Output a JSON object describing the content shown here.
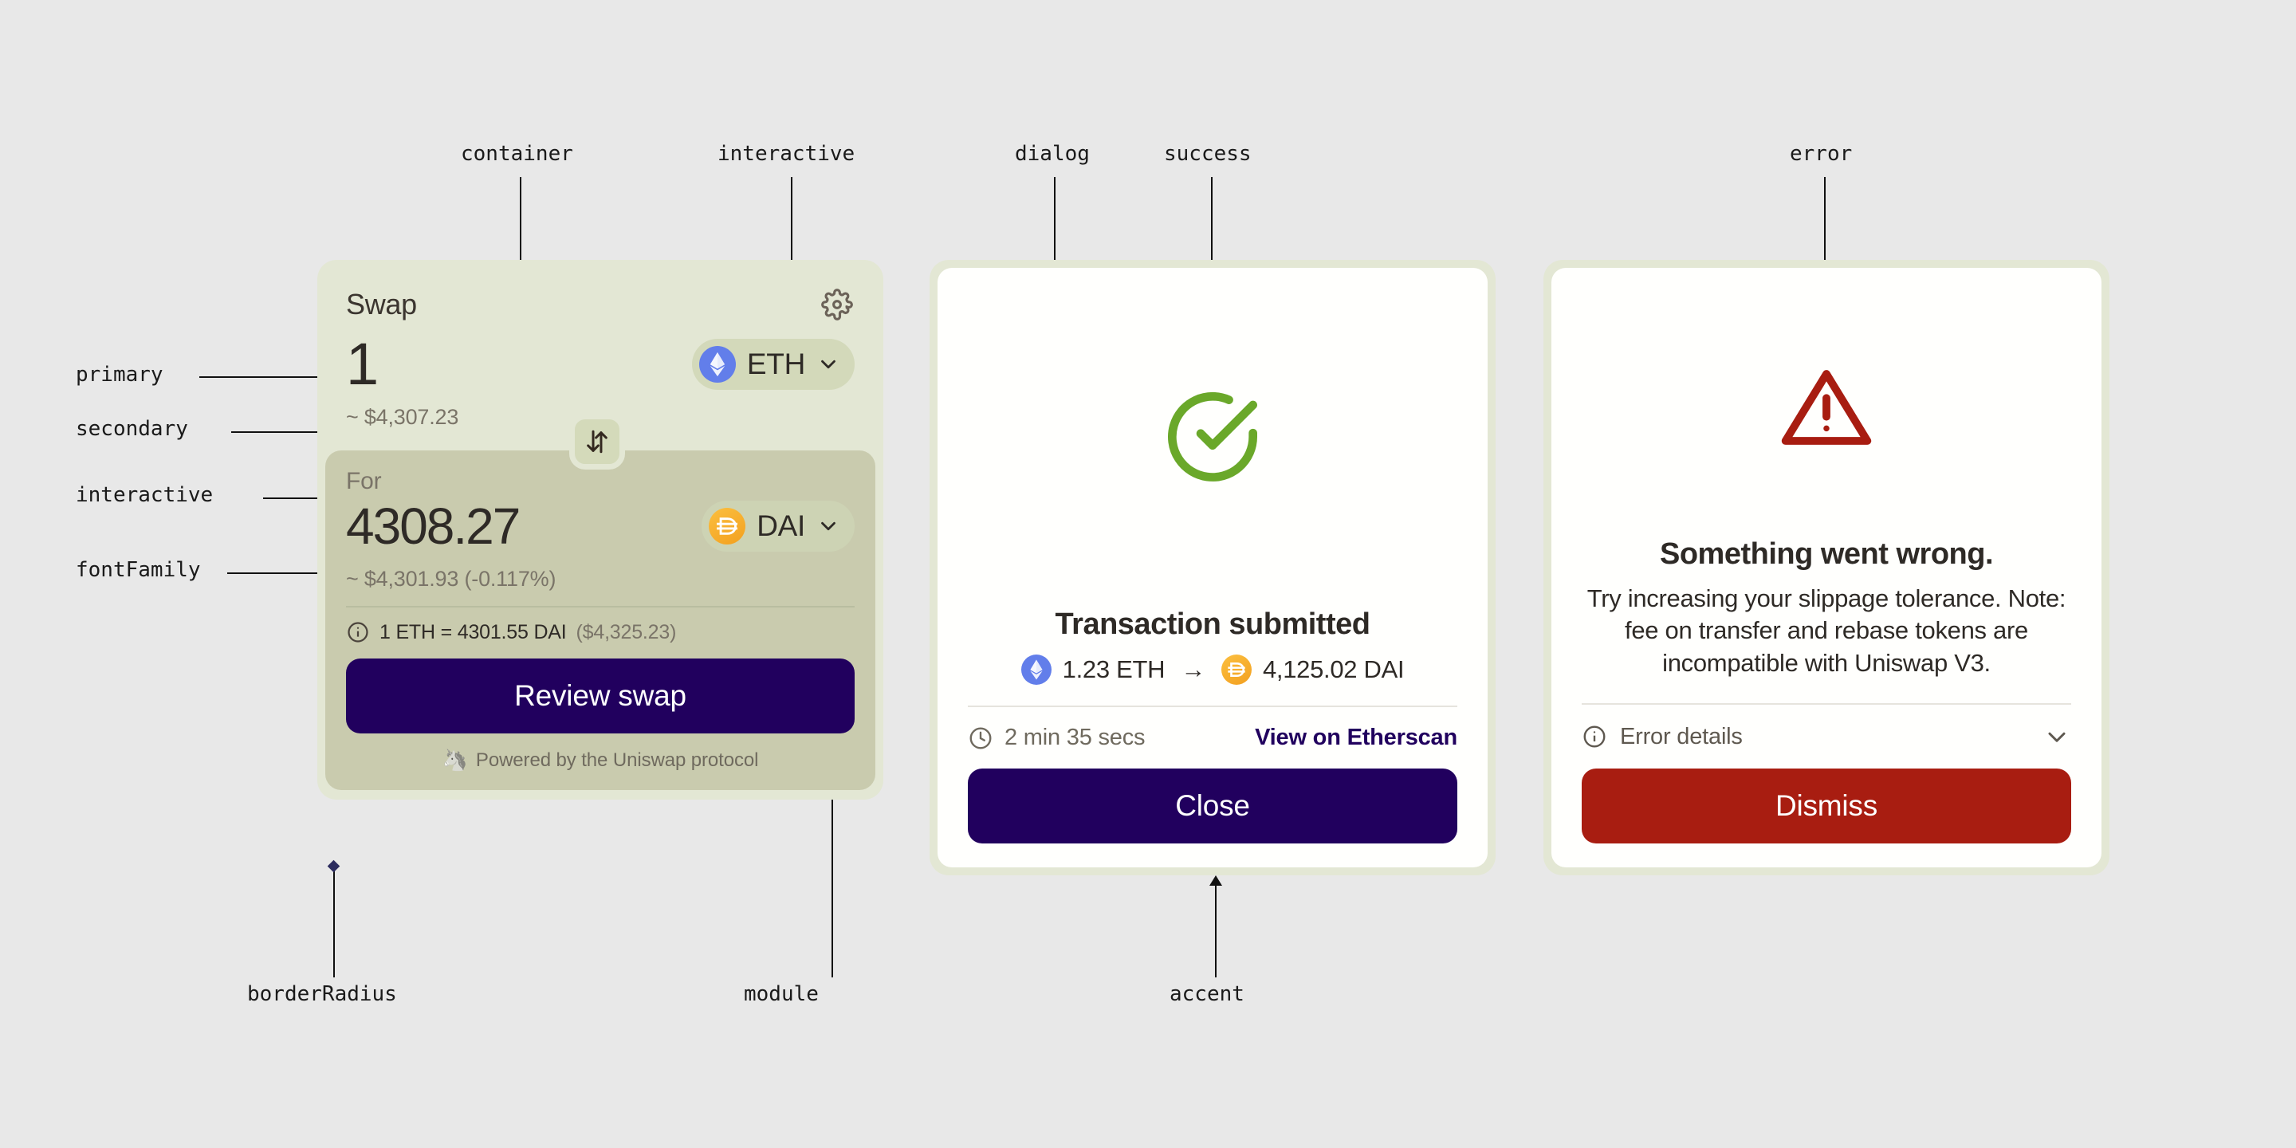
{
  "theme": {
    "background": "#e8e8e8",
    "container": "#e3e7d4",
    "module": "#c9cbae",
    "accent": "#21005e",
    "error": "#a81d11",
    "success": "#6aa82a",
    "primary_text": "#2e2a26",
    "secondary_text": "#7a7468",
    "eth_token": "#627eea",
    "dai_token": "#f5ac37",
    "borderRadius": "24px"
  },
  "annotations": [
    {
      "id": "container",
      "label": "container"
    },
    {
      "id": "interactive-top",
      "label": "interactive"
    },
    {
      "id": "dialog",
      "label": "dialog"
    },
    {
      "id": "success",
      "label": "success"
    },
    {
      "id": "error",
      "label": "error"
    },
    {
      "id": "primary",
      "label": "primary"
    },
    {
      "id": "secondary",
      "label": "secondary"
    },
    {
      "id": "interactive-left",
      "label": "interactive"
    },
    {
      "id": "fontFamily",
      "label": "fontFamily"
    },
    {
      "id": "borderRadius",
      "label": "borderRadius"
    },
    {
      "id": "module",
      "label": "module"
    },
    {
      "id": "accent",
      "label": "accent"
    }
  ],
  "swap_card": {
    "title": "Swap",
    "settings_icon": "gear-icon",
    "sell": {
      "amount": "1",
      "usd_value": "~ $4,307.23",
      "token": {
        "symbol": "ETH",
        "icon": "ethereum-icon",
        "color": "#627eea"
      }
    },
    "toggle_icon": "arrow-up-down-icon",
    "buy": {
      "label": "For",
      "amount": "4308.27",
      "usd_value": "~ $4,301.93 (-0.117%)",
      "token": {
        "symbol": "DAI",
        "icon": "dai-icon",
        "color": "#f5ac37"
      }
    },
    "rate": {
      "icon": "info-icon",
      "text": "1 ETH = 4301.55 DAI",
      "usd": "($4,325.23)"
    },
    "cta_label": "Review swap",
    "footer": {
      "icon": "unicorn-icon",
      "text": "Powered by the Uniswap protocol"
    }
  },
  "success_dialog": {
    "icon": "check-circle-icon",
    "title": "Transaction submitted",
    "summary": {
      "from_amount": "1.23 ETH",
      "from_icon": "ethereum-icon",
      "arrow": "→",
      "to_amount": "4,125.02 DAI",
      "to_icon": "dai-icon"
    },
    "elapsed_icon": "clock-icon",
    "elapsed": "2 min 35 secs",
    "link_label": "View on Etherscan",
    "cta_label": "Close"
  },
  "error_dialog": {
    "icon": "warning-triangle-icon",
    "title": "Something went wrong.",
    "message": "Try increasing your slippage tolerance. Note: fee on transfer and rebase tokens are incompatible with Uniswap V3.",
    "details_icon": "info-icon",
    "details_label": "Error details",
    "expand_icon": "chevron-down-icon",
    "cta_label": "Dismiss"
  }
}
